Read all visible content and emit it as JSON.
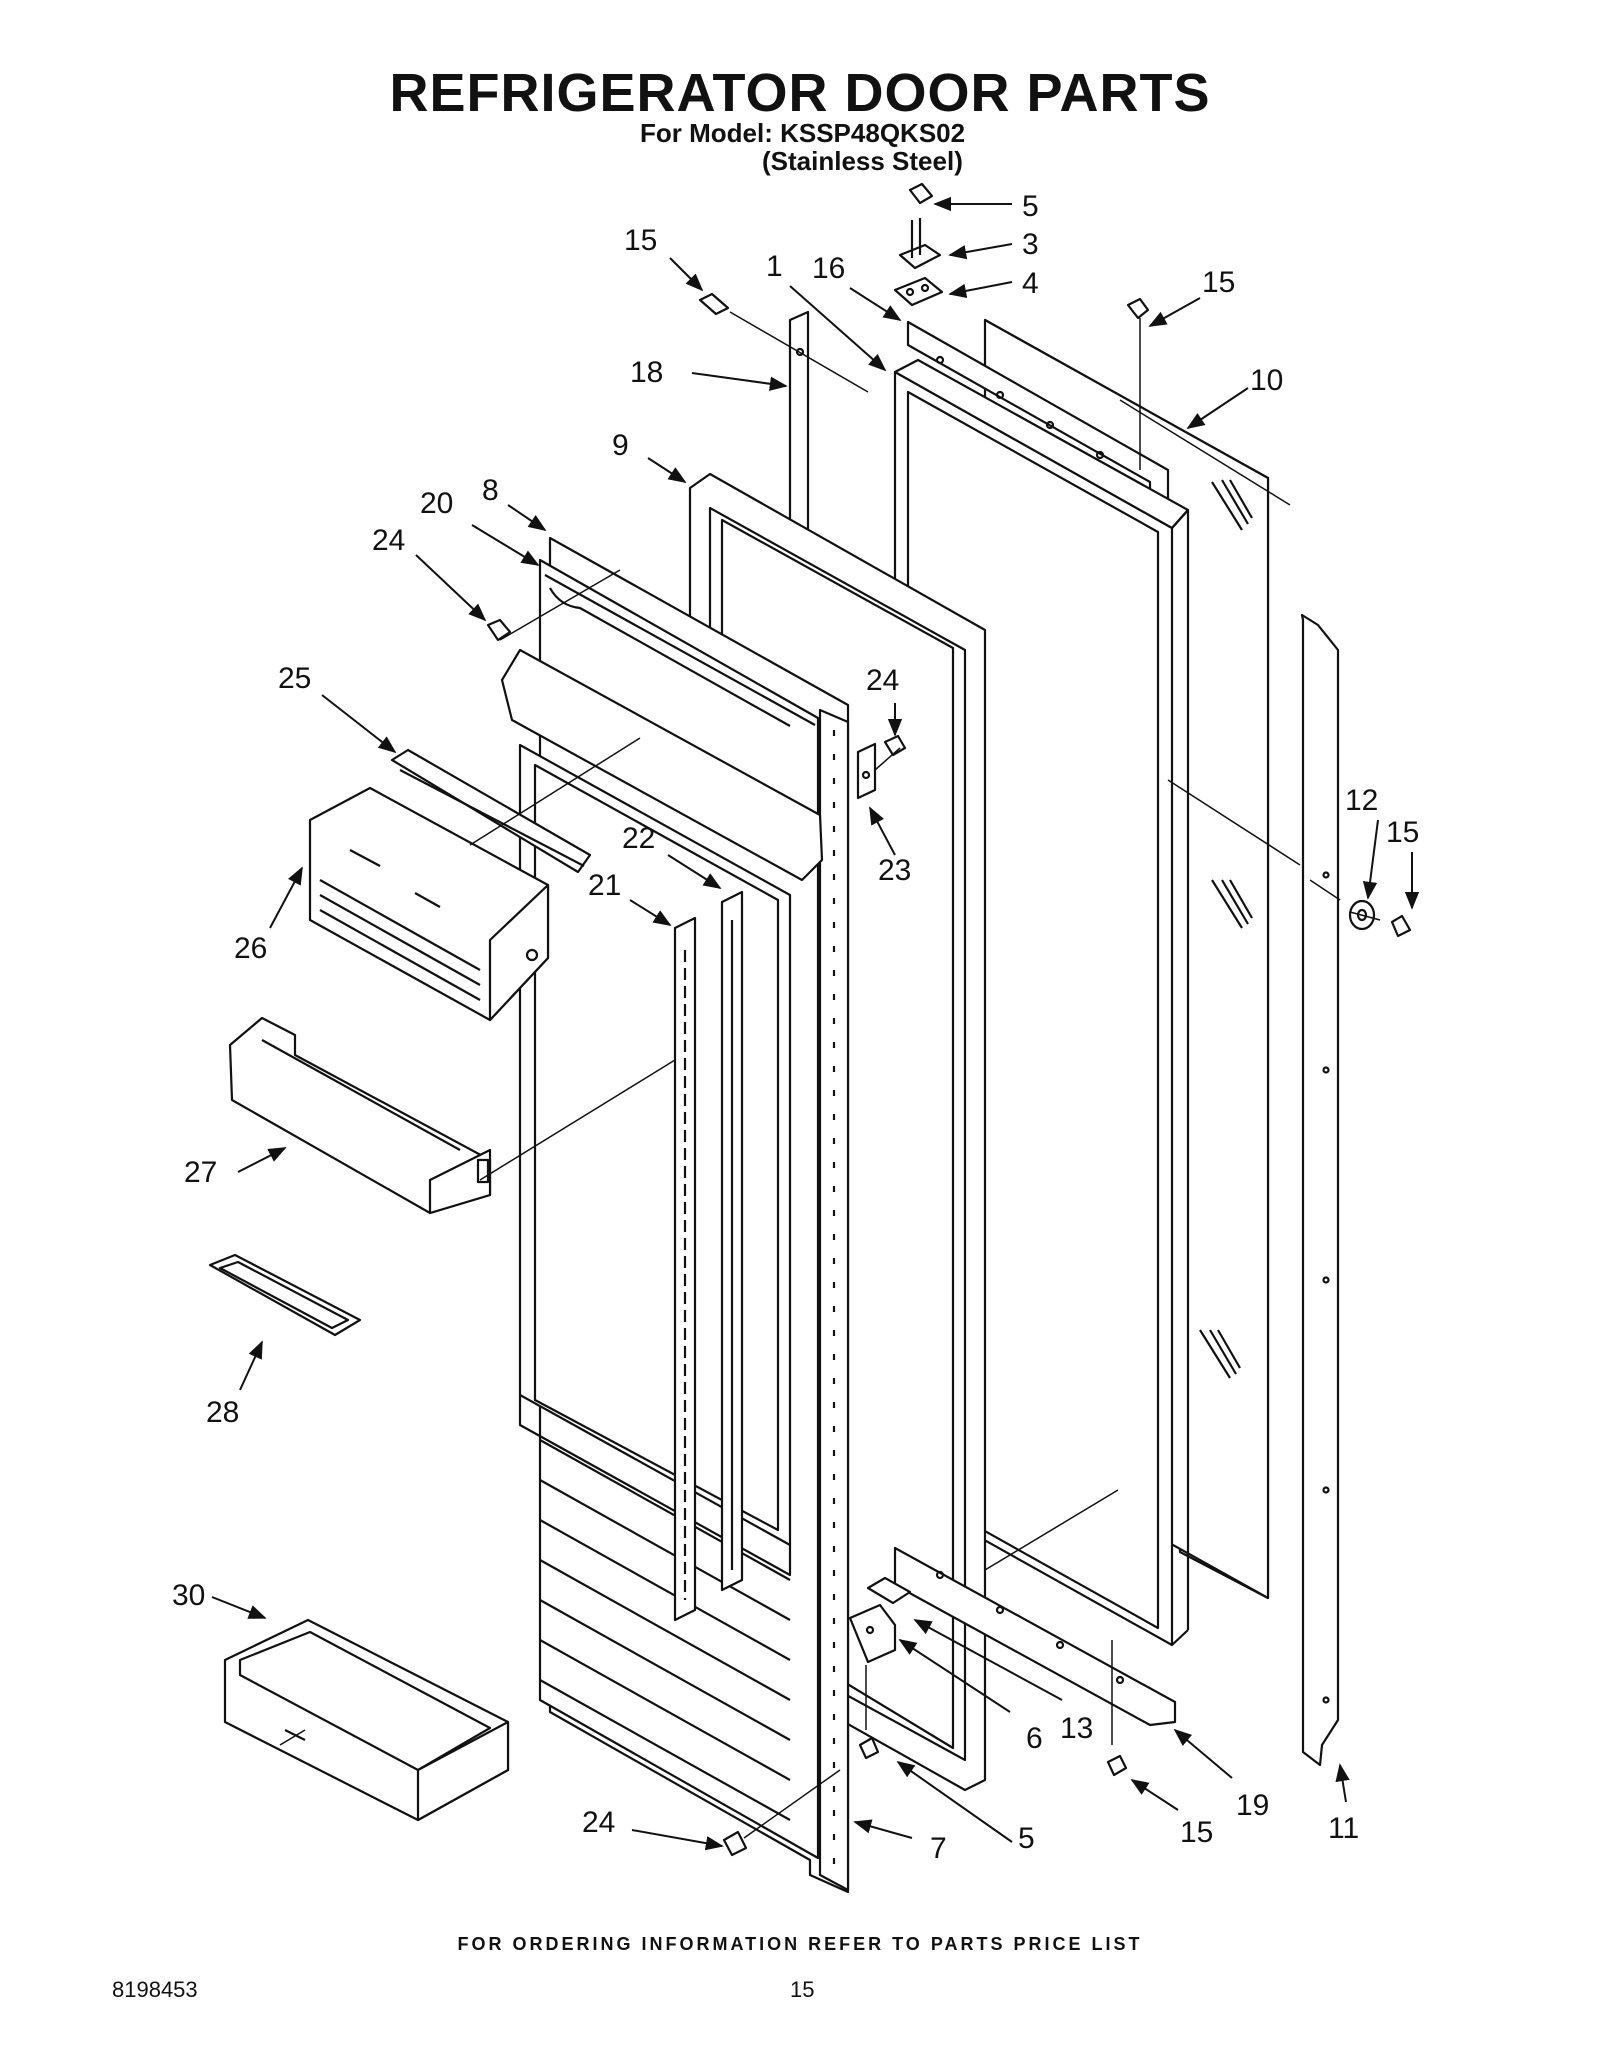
{
  "header": {
    "title": "REFRIGERATOR DOOR PARTS",
    "model_line": "For Model: KSSP48QKS02",
    "finish_line": "(Stainless Steel)"
  },
  "footer": {
    "ordering_note": "FOR ORDERING INFORMATION REFER TO PARTS PRICE LIST",
    "document_number": "8198453",
    "page_number": "15"
  },
  "callouts": [
    {
      "id": "c5a",
      "text": "5"
    },
    {
      "id": "c3",
      "text": "3"
    },
    {
      "id": "c4",
      "text": "4"
    },
    {
      "id": "c15a",
      "text": "15"
    },
    {
      "id": "c1",
      "text": "1"
    },
    {
      "id": "c16",
      "text": "16"
    },
    {
      "id": "c15b",
      "text": "15"
    },
    {
      "id": "c18",
      "text": "18"
    },
    {
      "id": "c10",
      "text": "10"
    },
    {
      "id": "c9",
      "text": "9"
    },
    {
      "id": "c8",
      "text": "8"
    },
    {
      "id": "c20",
      "text": "20"
    },
    {
      "id": "c24a",
      "text": "24"
    },
    {
      "id": "c25",
      "text": "25"
    },
    {
      "id": "c24b",
      "text": "24"
    },
    {
      "id": "c12",
      "text": "12"
    },
    {
      "id": "c15c",
      "text": "15"
    },
    {
      "id": "c22",
      "text": "22"
    },
    {
      "id": "c23",
      "text": "23"
    },
    {
      "id": "c21",
      "text": "21"
    },
    {
      "id": "c26",
      "text": "26"
    },
    {
      "id": "c27",
      "text": "27"
    },
    {
      "id": "c28",
      "text": "28"
    },
    {
      "id": "c30",
      "text": "30"
    },
    {
      "id": "c6",
      "text": "6"
    },
    {
      "id": "c13",
      "text": "13"
    },
    {
      "id": "c19",
      "text": "19"
    },
    {
      "id": "c11",
      "text": "11"
    },
    {
      "id": "c24c",
      "text": "24"
    },
    {
      "id": "c7",
      "text": "7"
    },
    {
      "id": "c5b",
      "text": "5"
    },
    {
      "id": "c15d",
      "text": "15"
    }
  ]
}
